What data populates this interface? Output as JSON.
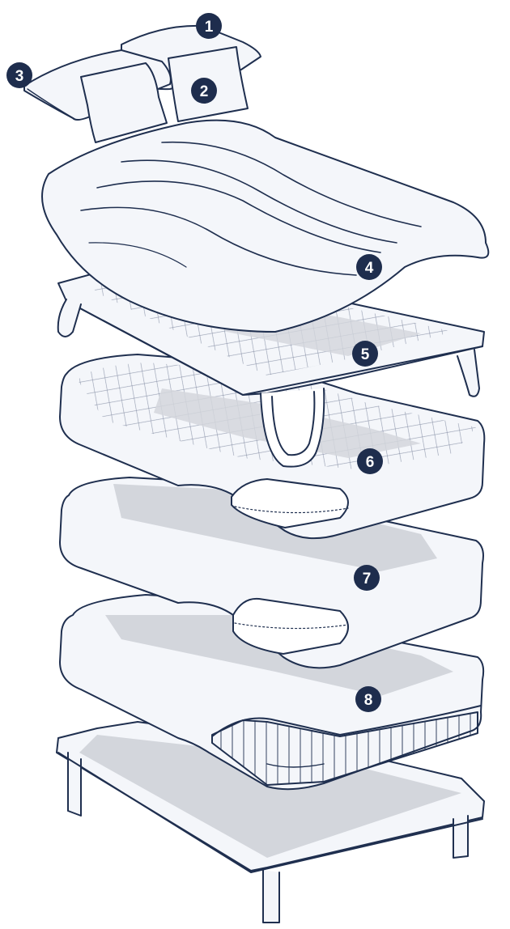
{
  "colors": {
    "outline": "#1f2f4f",
    "fill": "#f4f6fa",
    "shadow": "#d3d6dc",
    "badge": "#1e2d4d",
    "badge_text": "#ffffff"
  },
  "layers": [
    {
      "number": "1",
      "icon": "pillow-large-icon"
    },
    {
      "number": "2",
      "icon": "pillow-small-icon"
    },
    {
      "number": "3",
      "icon": "pillow-stack-icon"
    },
    {
      "number": "4",
      "icon": "duvet-icon"
    },
    {
      "number": "5",
      "icon": "mattress-topper-icon"
    },
    {
      "number": "6",
      "icon": "quilted-mattress-protector-icon"
    },
    {
      "number": "7",
      "icon": "fitted-sheet-icon"
    },
    {
      "number": "8",
      "icon": "mattress-encasement-icon"
    },
    {
      "number": "",
      "icon": "bed-frame-icon"
    }
  ]
}
